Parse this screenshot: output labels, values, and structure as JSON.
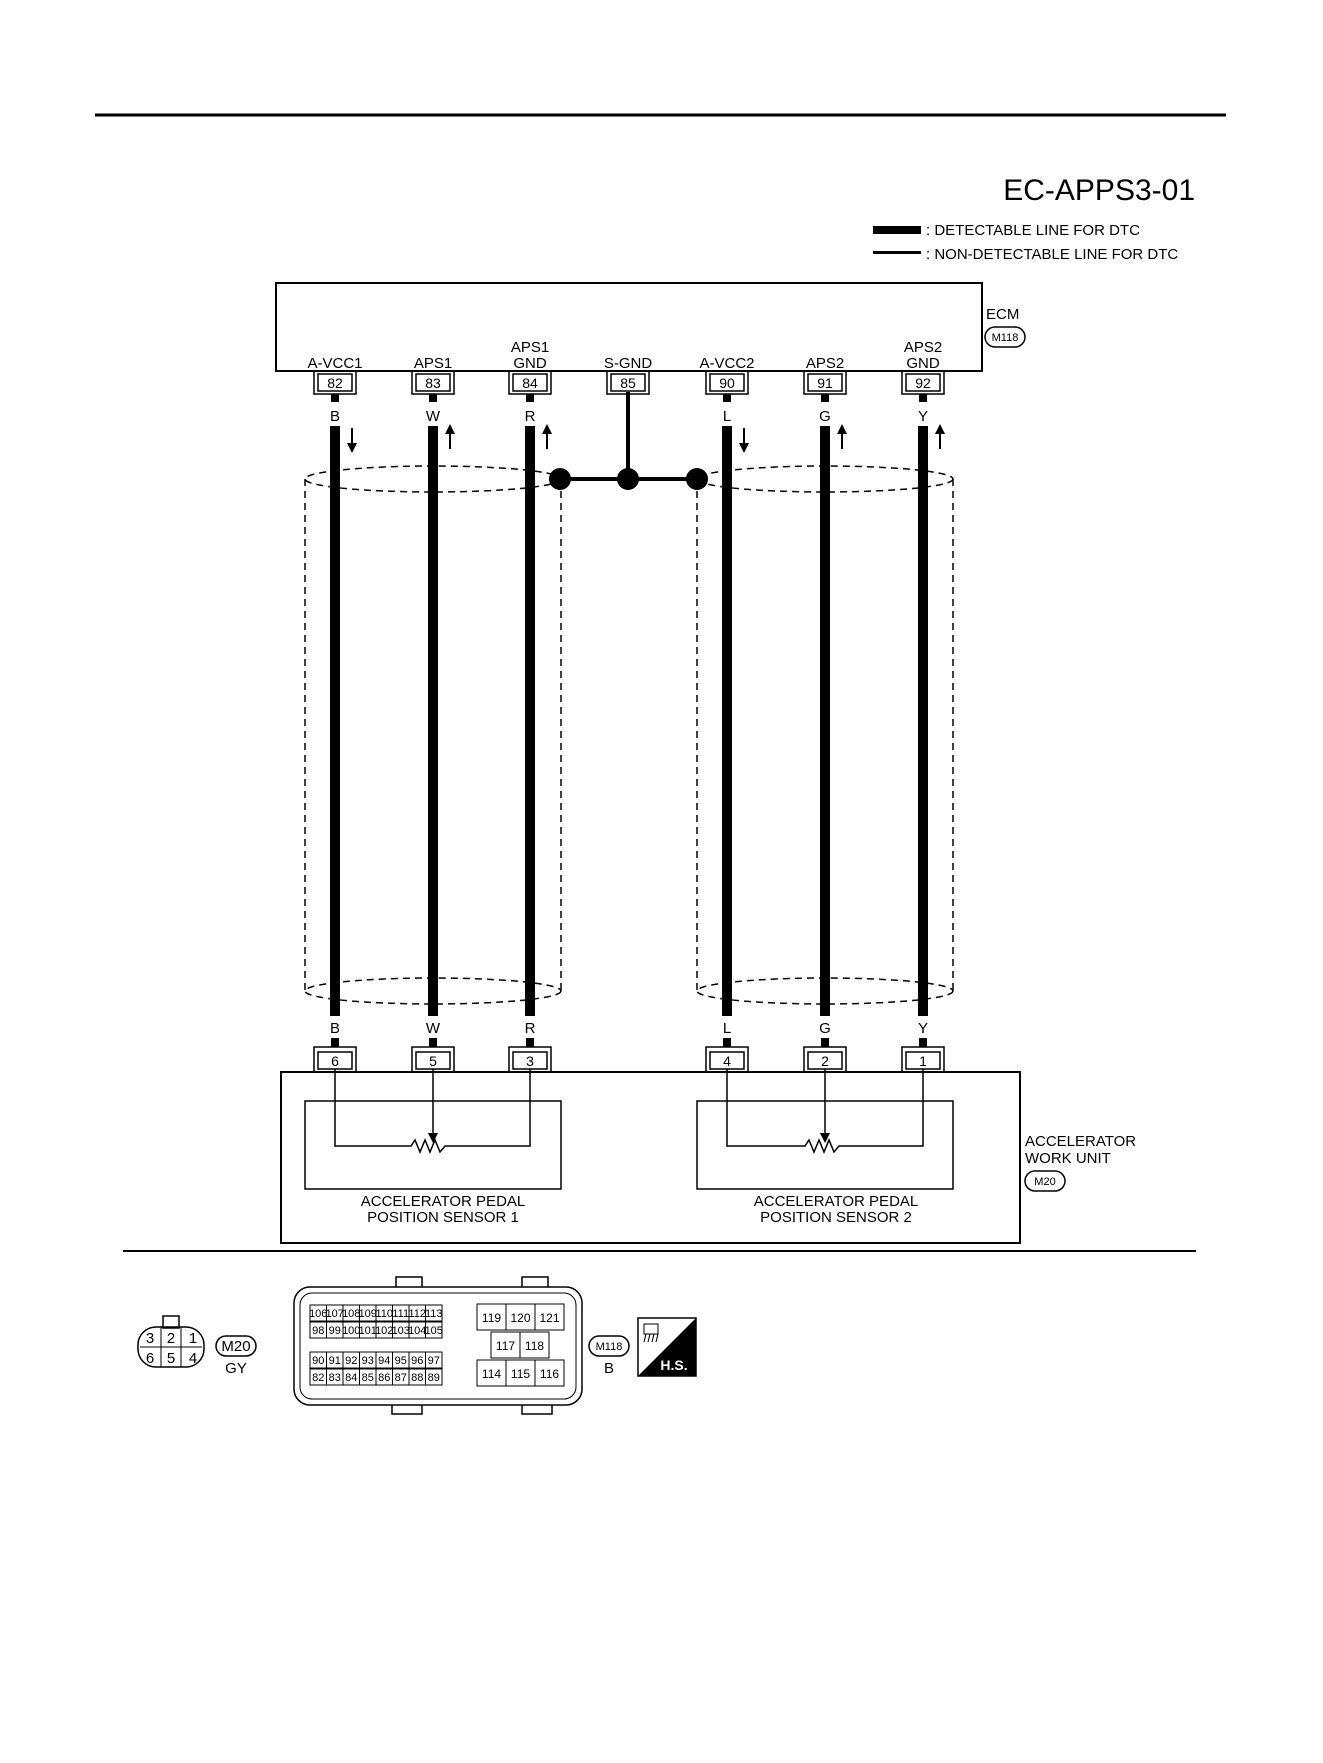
{
  "diagram_id": "EC-APPS3-01",
  "legend": {
    "detectable": ": DETECTABLE LINE FOR DTC",
    "non_detectable": ": NON-DETECTABLE LINE FOR DTC"
  },
  "ecm": {
    "name": "ECM",
    "connector": "M118",
    "terminals": [
      {
        "label1": "",
        "label2": "A-VCC1",
        "pin": "82",
        "wire": "B",
        "arrow": "down"
      },
      {
        "label1": "",
        "label2": "APS1",
        "pin": "83",
        "wire": "W",
        "arrow": "up"
      },
      {
        "label1": "APS1",
        "label2": "GND",
        "pin": "84",
        "wire": "R",
        "arrow": "up"
      },
      {
        "label1": "",
        "label2": "S-GND",
        "pin": "85",
        "wire": "",
        "arrow": ""
      },
      {
        "label1": "",
        "label2": "A-VCC2",
        "pin": "90",
        "wire": "L",
        "arrow": "down"
      },
      {
        "label1": "",
        "label2": "APS2",
        "pin": "91",
        "wire": "G",
        "arrow": "up"
      },
      {
        "label1": "APS2",
        "label2": "GND",
        "pin": "92",
        "wire": "Y",
        "arrow": "up"
      }
    ]
  },
  "work_unit": {
    "line1": "ACCELERATOR",
    "line2": "WORK UNIT",
    "connector": "M20",
    "terminals": [
      {
        "pin": "6",
        "wire": "B"
      },
      {
        "pin": "5",
        "wire": "W"
      },
      {
        "pin": "3",
        "wire": "R"
      },
      {
        "pin": "4",
        "wire": "L"
      },
      {
        "pin": "2",
        "wire": "G"
      },
      {
        "pin": "1",
        "wire": "Y"
      }
    ],
    "sensor1": {
      "line1": "ACCELERATOR PEDAL",
      "line2": "POSITION SENSOR 1"
    },
    "sensor2": {
      "line1": "ACCELERATOR PEDAL",
      "line2": "POSITION SENSOR 2"
    }
  },
  "connector_views": {
    "m20": {
      "code": "M20",
      "color": "GY",
      "row1": [
        "3",
        "2",
        "1"
      ],
      "row2": [
        "6",
        "5",
        "4"
      ]
    },
    "m118": {
      "code": "M118",
      "color": "B",
      "row1": [
        "106",
        "107",
        "108",
        "109",
        "110",
        "111",
        "112",
        "113"
      ],
      "row2": [
        "98",
        "99",
        "100",
        "101",
        "102",
        "103",
        "104",
        "105"
      ],
      "row3": [
        "90",
        "91",
        "92",
        "93",
        "94",
        "95",
        "96",
        "97"
      ],
      "row4": [
        "82",
        "83",
        "84",
        "85",
        "86",
        "87",
        "88",
        "89"
      ],
      "right_top": [
        "119",
        "120",
        "121"
      ],
      "right_mid": [
        "117",
        "118"
      ],
      "right_bot": [
        "114",
        "115",
        "116"
      ]
    },
    "hs_badge": "H.S."
  }
}
